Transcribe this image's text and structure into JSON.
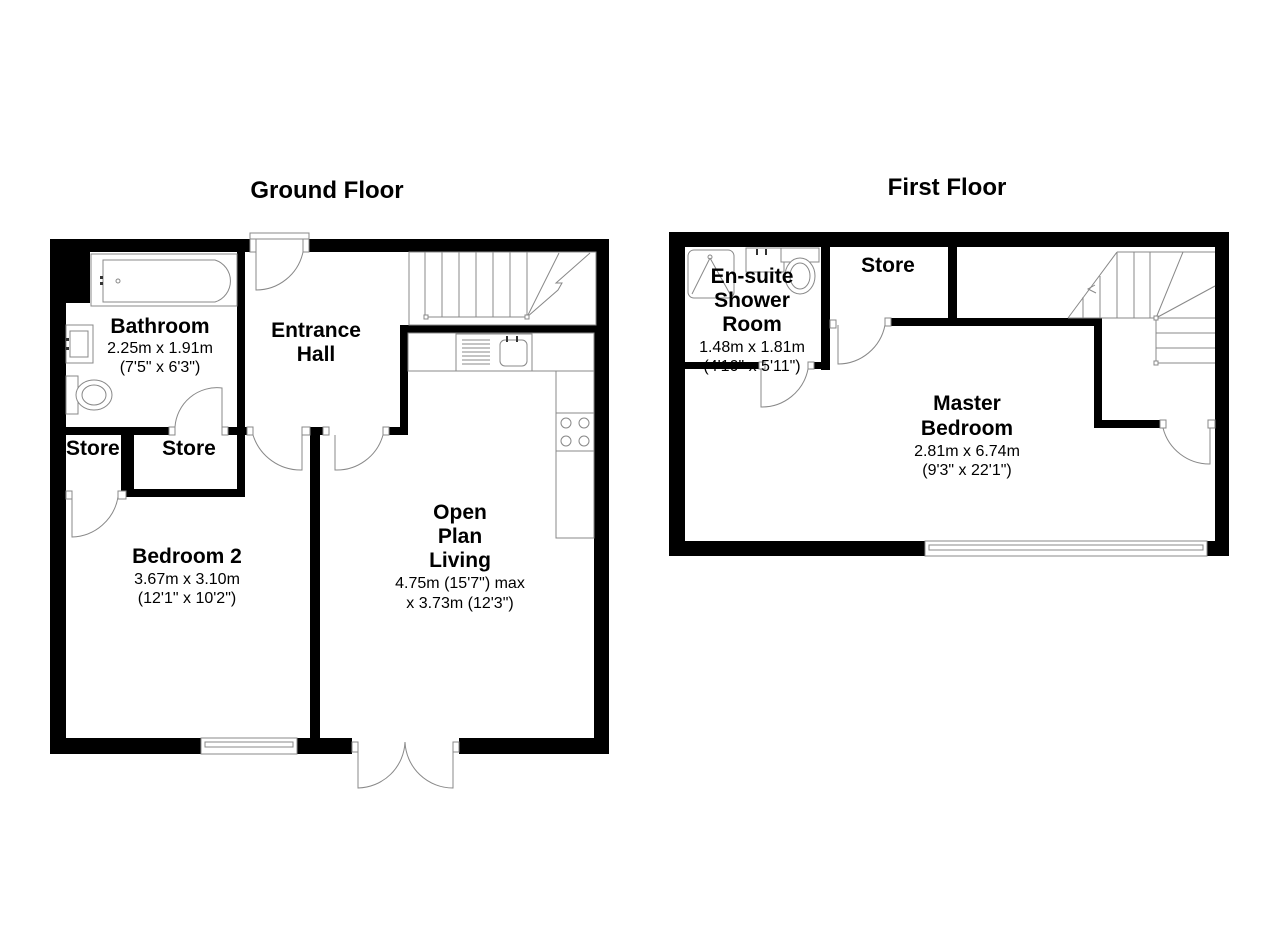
{
  "floors": [
    {
      "title": "Ground Floor",
      "rooms": {
        "bathroom": {
          "name": "Bathroom",
          "dim_m": "2.25m x 1.91m",
          "dim_ft": "(7'5\" x 6'3\")"
        },
        "entrance_hall": {
          "name_line1": "Entrance",
          "name_line2": "Hall"
        },
        "store_left": {
          "name": "Store"
        },
        "store_right": {
          "name": "Store"
        },
        "bedroom2": {
          "name": "Bedroom 2",
          "dim_m": "3.67m x 3.10m",
          "dim_ft": "(12'1\" x 10'2\")"
        },
        "open_plan": {
          "name_line1": "Open",
          "name_line2": "Plan",
          "name_line3": "Living",
          "dim_line1": "4.75m (15'7\") max",
          "dim_line2": "x 3.73m (12'3\")"
        }
      }
    },
    {
      "title": "First Floor",
      "rooms": {
        "ensuite": {
          "name_line1": "En-suite",
          "name_line2": "Shower",
          "name_line3": "Room",
          "dim_m": "1.48m x 1.81m",
          "dim_ft": "(4'10\" x 5'11\")"
        },
        "store": {
          "name": "Store"
        },
        "master": {
          "name_line1": "Master",
          "name_line2": "Bedroom",
          "dim_m": "2.81m x 6.74m",
          "dim_ft": "(9'3\" x 22'1\")"
        }
      }
    }
  ],
  "colors": {
    "wall": "#000000",
    "fixture": "#888888",
    "background": "#ffffff"
  }
}
